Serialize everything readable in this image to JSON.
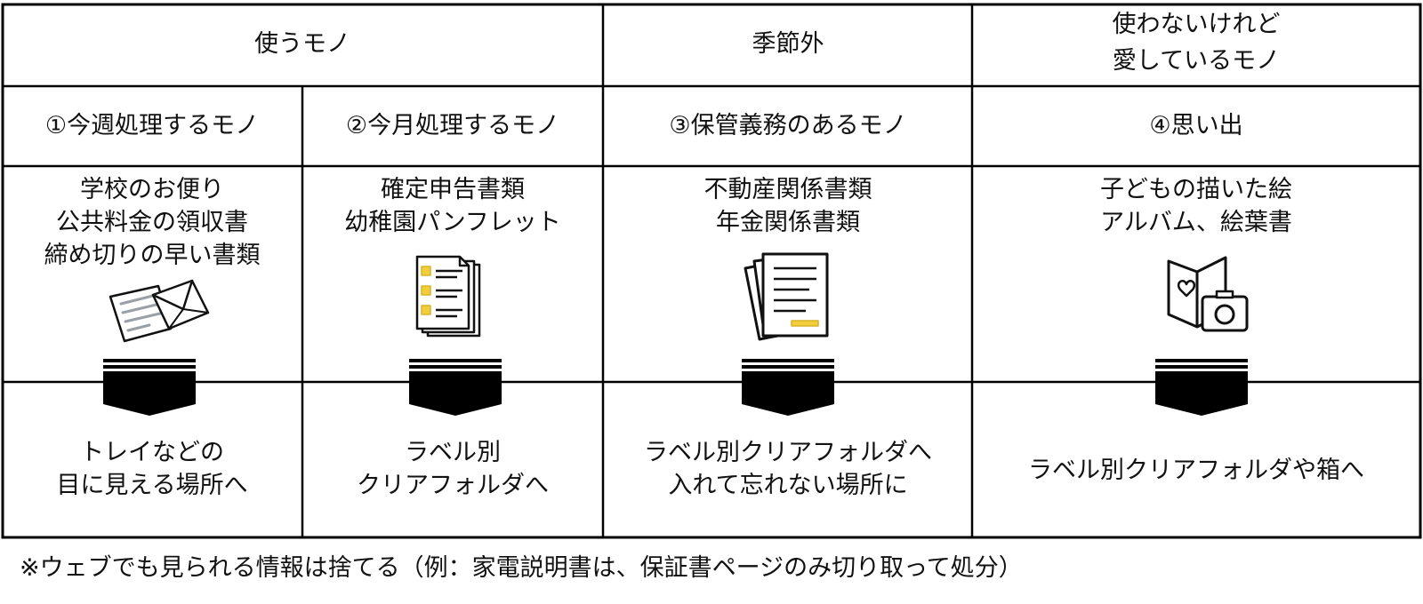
{
  "header": {
    "group_labels": {
      "use": "使うモノ",
      "offseason": "季節外",
      "beloved_line1": "使わないけれど",
      "beloved_line2": "愛しているモノ"
    }
  },
  "columns": [
    {
      "title": "①今週処理するモノ",
      "examples": [
        "学校のお便り",
        "公共料金の領収書",
        "締め切りの早い書類"
      ],
      "icon": "letters-envelope-icon",
      "storage": [
        "トレイなどの",
        "目に見える場所へ"
      ]
    },
    {
      "title": "②今月処理するモノ",
      "examples": [
        "確定申告書類",
        "幼稚園パンフレット"
      ],
      "icon": "checklist-documents-icon",
      "storage": [
        "ラベル別",
        "クリアフォルダへ"
      ]
    },
    {
      "title": "③保管義務のあるモノ",
      "examples": [
        "不動産関係書類",
        "年金関係書類"
      ],
      "icon": "document-stack-icon",
      "storage": [
        "ラベル別クリアフォルダへ",
        "入れて忘れない場所に"
      ]
    },
    {
      "title": "④思い出",
      "examples": [
        "子どもの描いた絵",
        "アルバム、絵葉書"
      ],
      "icon": "album-camera-icon",
      "storage": [
        "ラベル別クリアフォルダや箱へ"
      ]
    }
  ],
  "footnote": "※ウェブでも見られる情報は捨てる（例：家電説明書は、保証書ページのみ切り取って処分）",
  "colors": {
    "line": "#000000",
    "text": "#111111",
    "accent_yellow": "#f2cf3a"
  }
}
